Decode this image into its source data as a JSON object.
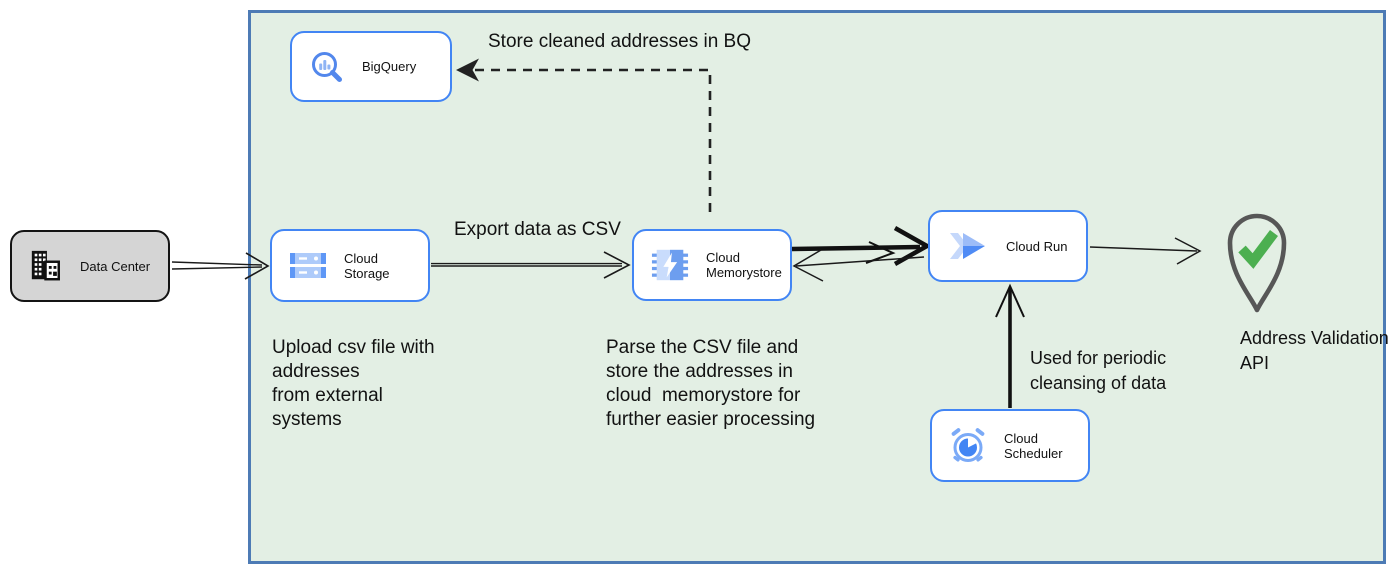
{
  "nodes": {
    "data_center": {
      "label": "Data Center",
      "icon": "building-icon"
    },
    "bigquery": {
      "label": "BigQuery",
      "icon": "bigquery-magnifier-icon"
    },
    "cloud_storage": {
      "label": "Cloud Storage",
      "icon": "storage-buckets-icon"
    },
    "cloud_memorystore": {
      "label": "Cloud Memorystore",
      "icon": "memory-chip-bolt-icon"
    },
    "cloud_run": {
      "label": "Cloud Run",
      "icon": "cloud-run-arrow-icon"
    },
    "cloud_scheduler": {
      "label": "Cloud Scheduler",
      "icon": "alarm-clock-icon"
    },
    "address_validation": {
      "label": "Address Validation\nAPI",
      "icon": "pin-check-icon"
    }
  },
  "edge_labels": {
    "store_cleaned_bq": "Store cleaned addresses in BQ",
    "export_csv": "Export data as CSV",
    "periodic_cleansing": "Used for periodic\ncleansing of data"
  },
  "annotations": {
    "upload_csv": "Upload csv file with\naddresses\nfrom external\nsystems",
    "parse_csv": "Parse the CSV file and\nstore the addresses in\ncloud  memorystore for\nfurther easier processing"
  },
  "colors": {
    "container_fill": "#e3efe4",
    "container_border": "#4d7bb5",
    "node_border_blue": "#4285f4",
    "data_center_fill": "#d5d5d5",
    "data_center_border": "#141414",
    "icon_blue": "#4285f4",
    "icon_blue_light": "#aecbfa",
    "check_green": "#4caf50",
    "pin_gray": "#575757",
    "arrow_black": "#1a1a1a"
  }
}
